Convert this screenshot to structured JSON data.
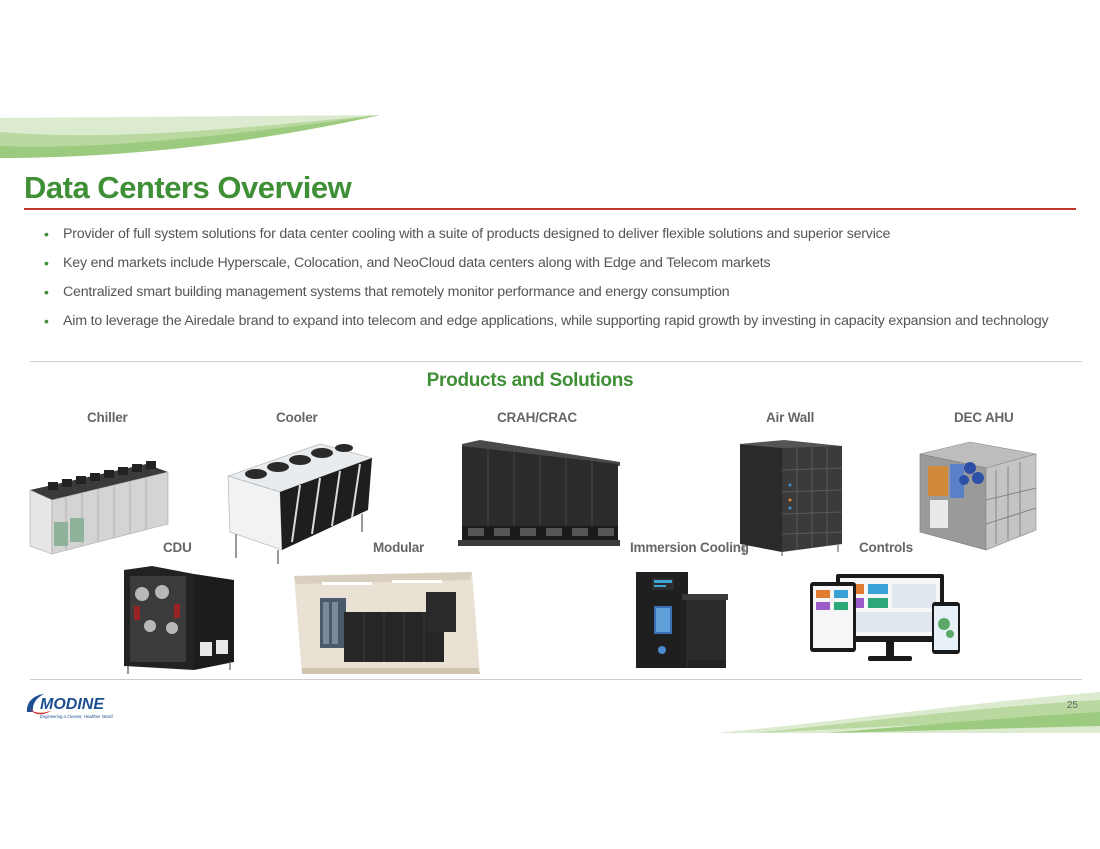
{
  "title": "Data Centers Overview",
  "bullets": [
    "Provider of full system solutions for data center cooling with a suite of products designed to deliver flexible solutions and superior service",
    "Key end markets include Hyperscale, Colocation, and NeoCloud data centers along with Edge and Telecom markets",
    "Centralized smart building management systems that remotely monitor performance and energy consumption",
    "Aim to leverage the Airedale brand to expand into telecom and edge applications, while supporting rapid growth by investing in capacity expansion and technology"
  ],
  "section_title": "Products and Solutions",
  "products": {
    "chiller": "Chiller",
    "cooler": "Cooler",
    "crah": "CRAH/CRAC",
    "airwall": "Air Wall",
    "decahu": "DEC AHU",
    "cdu": "CDU",
    "modular": "Modular",
    "immersion": "Immersion Cooling",
    "controls": "Controls"
  },
  "footer": {
    "logo_text": "MODINE",
    "tagline": "Engineering a Cleaner, Healthier World",
    "page_number": "25"
  },
  "colors": {
    "brand_green": "#3f8f36",
    "rule_red": "#c0392b",
    "swoosh_green": "#a9cf8e",
    "logo_blue": "#1d4f91",
    "logo_red": "#d62b2b"
  }
}
